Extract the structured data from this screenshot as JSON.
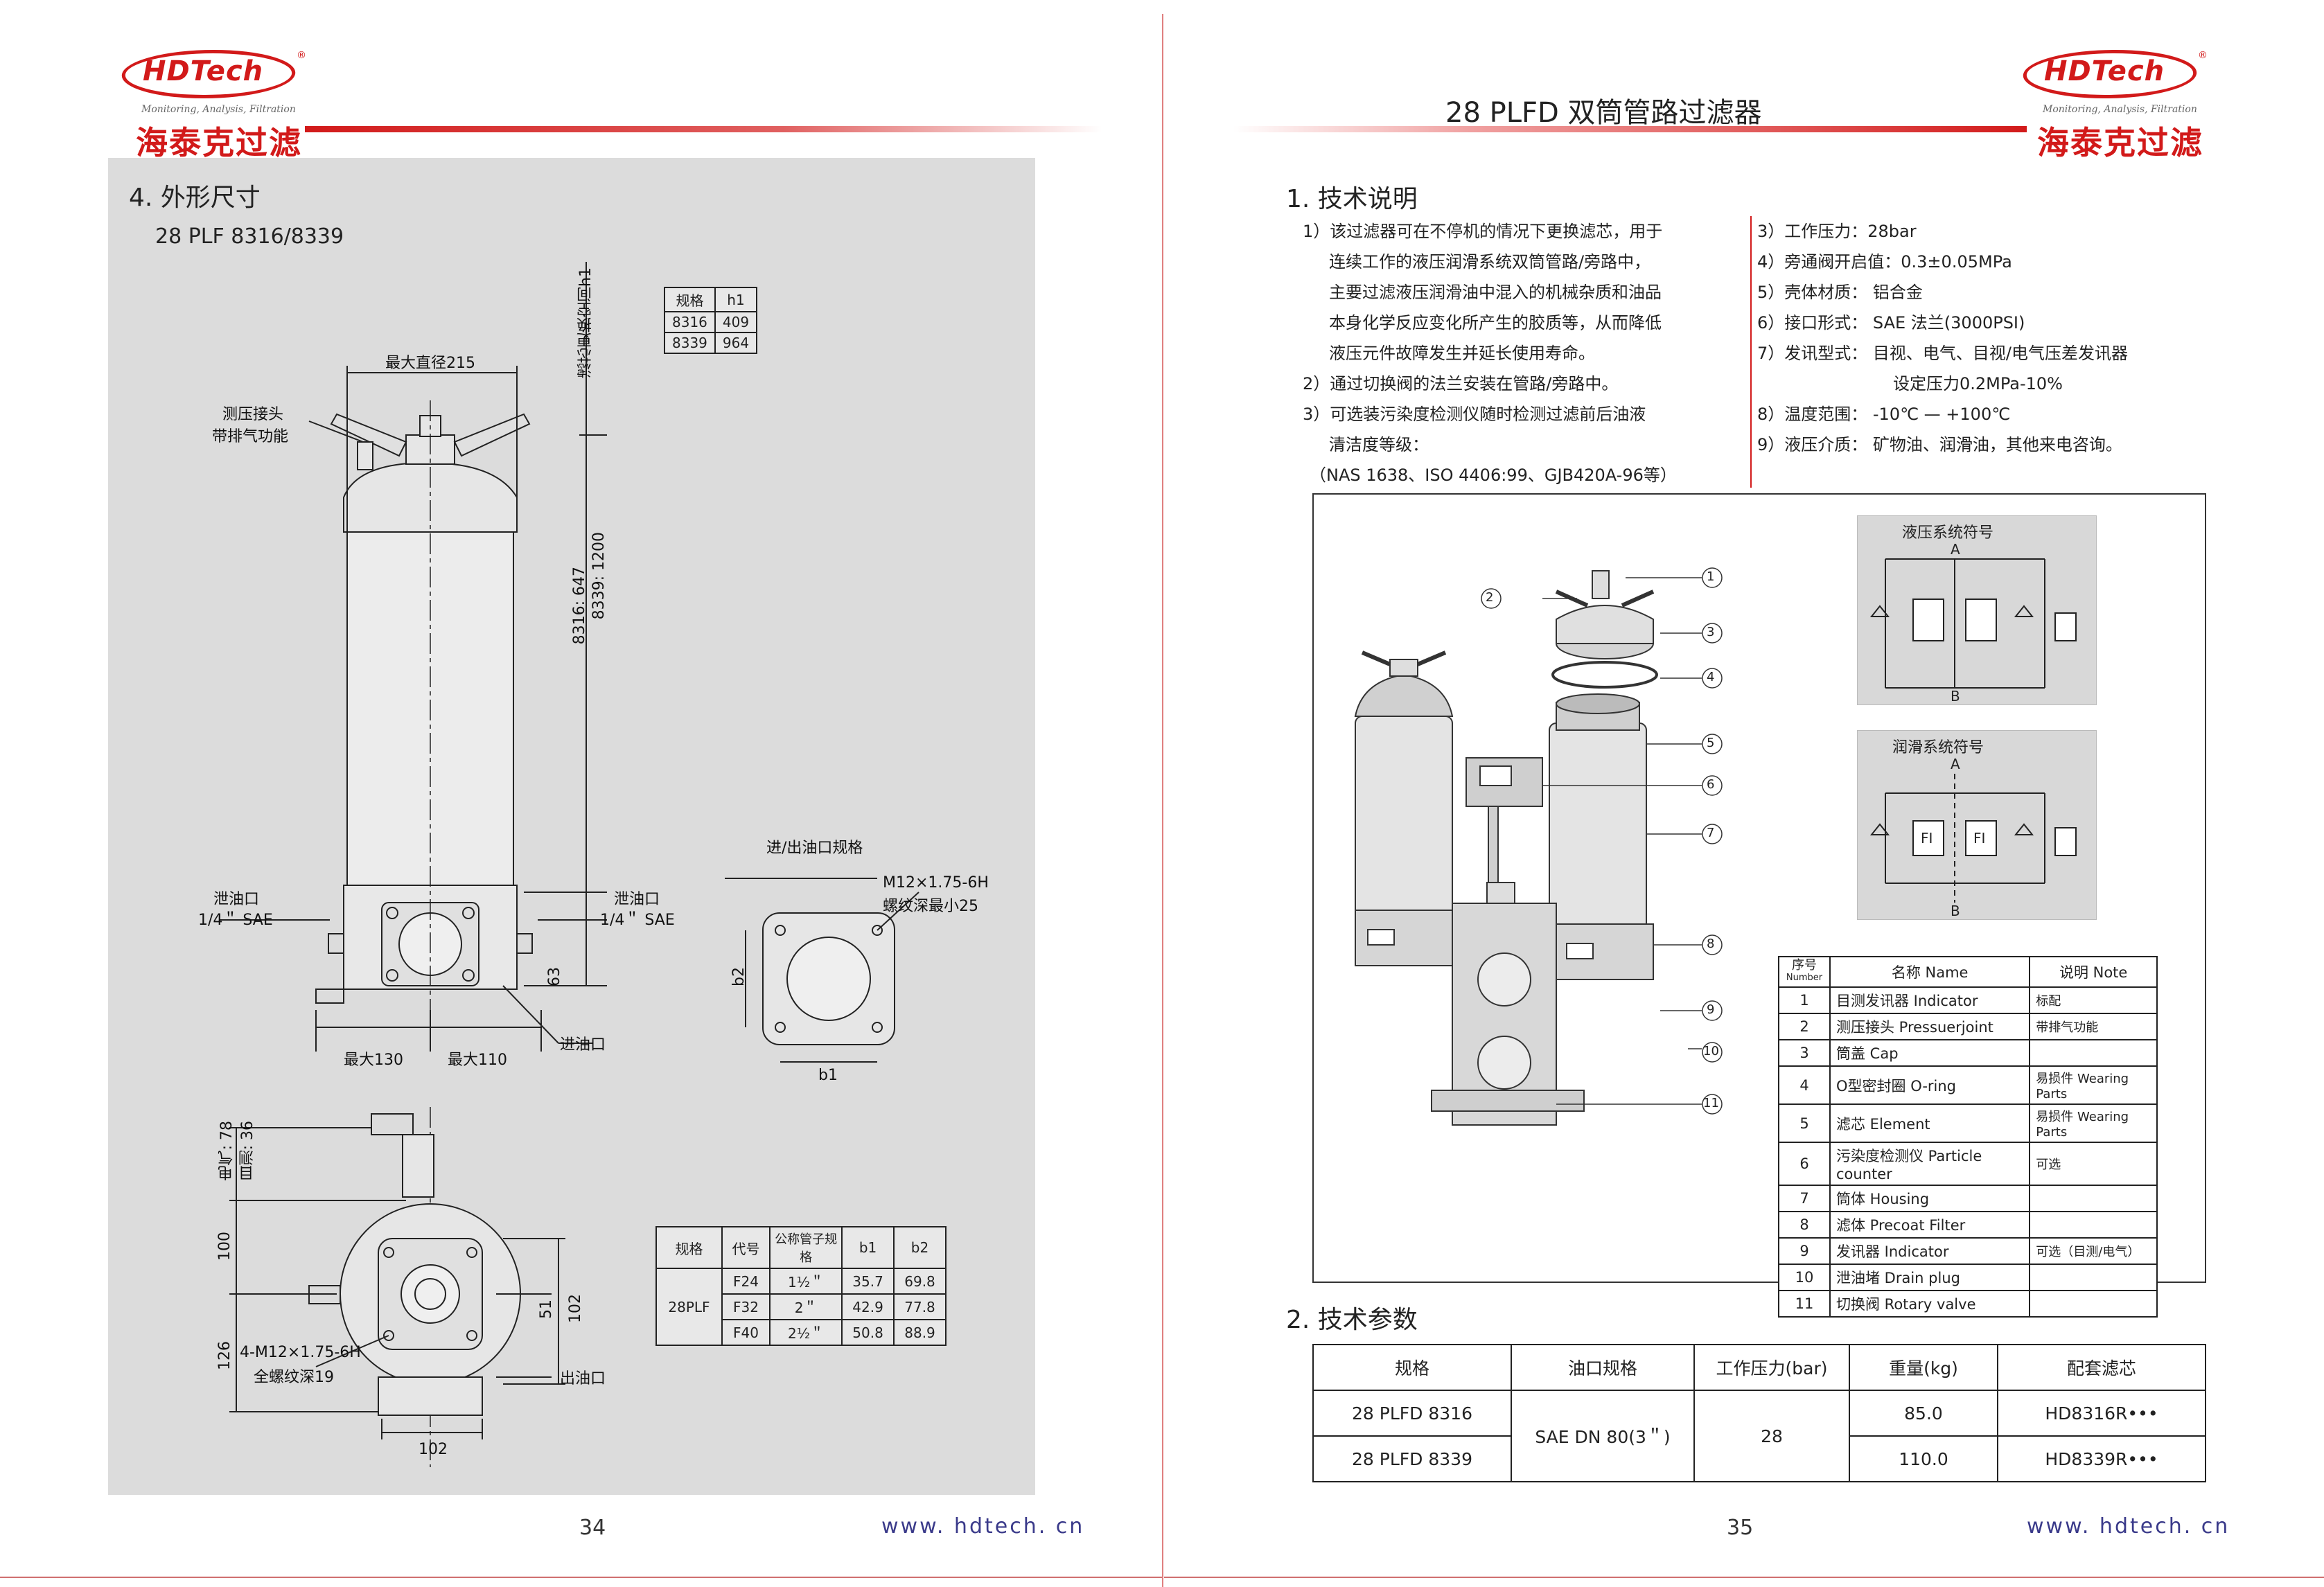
{
  "brand": {
    "logo_text": "HDTech",
    "registered": "®",
    "tagline": "Monitoring, Analysis, Filtration",
    "cn_name": "海泰克过滤"
  },
  "left_page": {
    "section_title": "4. 外形尺寸",
    "model_line": "28 PLF 8316/8339",
    "page_number": "34",
    "website": "www. hdtech. cn",
    "h1_table": {
      "headers": [
        "规格",
        "h1"
      ],
      "rows": [
        [
          "8316",
          "409"
        ],
        [
          "8339",
          "964"
        ]
      ]
    },
    "labels": {
      "element_space": "滤芯更换空间h1",
      "max_diameter": "最大直径215",
      "test_point": "测压接头",
      "test_point_2": "带排气功能",
      "height_dim": "8316: 647",
      "height_dim_2": "8339: 1200",
      "drain_left": "泄油口",
      "drain_left_2": "1/4＂ SAE",
      "drain_right": "泄油口",
      "drain_right_2": "1/4＂ SAE",
      "dim_63": "63",
      "max_130": "最大130",
      "max_110": "最大110",
      "inlet": "进油口",
      "port_spec_title": "进/出油口规格",
      "thread_1": "M12×1.75-6H",
      "thread_2": "螺纹深最小25",
      "b2": "b2",
      "b1": "b1",
      "elec_78": "电气: 78",
      "visual_36": "目测: 36",
      "dim_100": "100",
      "dim_126": "126",
      "dim_102_v": "102",
      "dim_51": "51",
      "dim_102_h": "102",
      "bolt_1": "4-M12×1.75-6H",
      "bolt_2": "全螺纹深19",
      "outlet": "出油口"
    },
    "port_table": {
      "headers": [
        "规格",
        "代号",
        "公称管子规格",
        "b1",
        "b2"
      ],
      "group": "28PLF",
      "rows": [
        [
          "F24",
          "1½＂",
          "35.7",
          "69.8"
        ],
        [
          "F32",
          "2＂",
          "42.9",
          "77.8"
        ],
        [
          "F40",
          "2½＂",
          "50.8",
          "88.9"
        ]
      ]
    }
  },
  "right_page": {
    "header_title": "28 PLFD 双筒管路过滤器",
    "section1_title": "1. 技术说明",
    "desc_left": [
      "1）该过滤器可在不停机的情况下更换滤芯，用于",
      "连续工作的液压润滑系统双筒管路/旁路中，",
      "主要过滤液压润滑油中混入的机械杂质和油品",
      "本身化学反应变化所产生的胶质等，从而降低",
      "液压元件故障发生并延长使用寿命。",
      "2）通过切换阀的法兰安装在管路/旁路中。",
      "3）可选装污染度检测仪随时检测过滤前后油液",
      "清洁度等级：",
      "（NAS 1638、ISO 4406:99、GJB420A-96等）"
    ],
    "desc_right": [
      "3）工作压力：28bar",
      "4）旁通阀开启值：0.3±0.05MPa",
      "5）壳体材质：  铝合金",
      "6）接口形式：  SAE 法兰(3000PSI)",
      "7）发讯型式：  目视、电气、目视/电气压差发讯器",
      "设定压力0.2MPa-10%",
      "8）温度范围：  -10℃ — +100℃",
      "9）液压介质：  矿物油、润滑油，其他来电咨询。"
    ],
    "hydraulic_symbol_title": "液压系统符号",
    "lube_symbol_title": "润滑系统符号",
    "port_a": "A",
    "port_b": "B",
    "fi_label": "FI",
    "callouts": [
      "1",
      "2",
      "3",
      "4",
      "5",
      "6",
      "7",
      "8",
      "9",
      "10",
      "11"
    ],
    "parts_table": {
      "headers": [
        "序号",
        "Number",
        "名称 Name",
        "说明 Note"
      ],
      "rows": [
        [
          "1",
          "目测发讯器 Indicator",
          "标配"
        ],
        [
          "2",
          "测压接头 Pressuerjoint",
          "带排气功能"
        ],
        [
          "3",
          "筒盖 Cap",
          ""
        ],
        [
          "4",
          "O型密封圈 O-ring",
          "易损件 Wearing Parts"
        ],
        [
          "5",
          "滤芯 Element",
          "易损件 Wearing Parts"
        ],
        [
          "6",
          "污染度检测仪 Particle counter",
          "可选"
        ],
        [
          "7",
          "筒体 Housing",
          ""
        ],
        [
          "8",
          "滤体 Precoat Filter",
          ""
        ],
        [
          "9",
          "发讯器 Indicator",
          "可选（目测/电气）"
        ],
        [
          "10",
          "泄油堵 Drain plug",
          ""
        ],
        [
          "11",
          "切换阀 Rotary valve",
          ""
        ]
      ]
    },
    "section2_title": "2. 技术参数",
    "params_table": {
      "headers": [
        "规格",
        "油口规格",
        "工作压力(bar)",
        "重量(kg)",
        "配套滤芯"
      ],
      "rows": [
        [
          "28 PLFD 8316",
          "85.0",
          "HD8316R•••"
        ],
        [
          "28 PLFD 8339",
          "110.0",
          "HD8339R•••"
        ]
      ],
      "port_spec": "SAE DN 80(3＂)",
      "pressure": "28"
    },
    "page_number": "35",
    "website": "www. hdtech. cn"
  },
  "colors": {
    "brand_red": "#d21a1a",
    "panel_gray": "#dcdcdc",
    "url_blue": "#3a3a8a"
  }
}
